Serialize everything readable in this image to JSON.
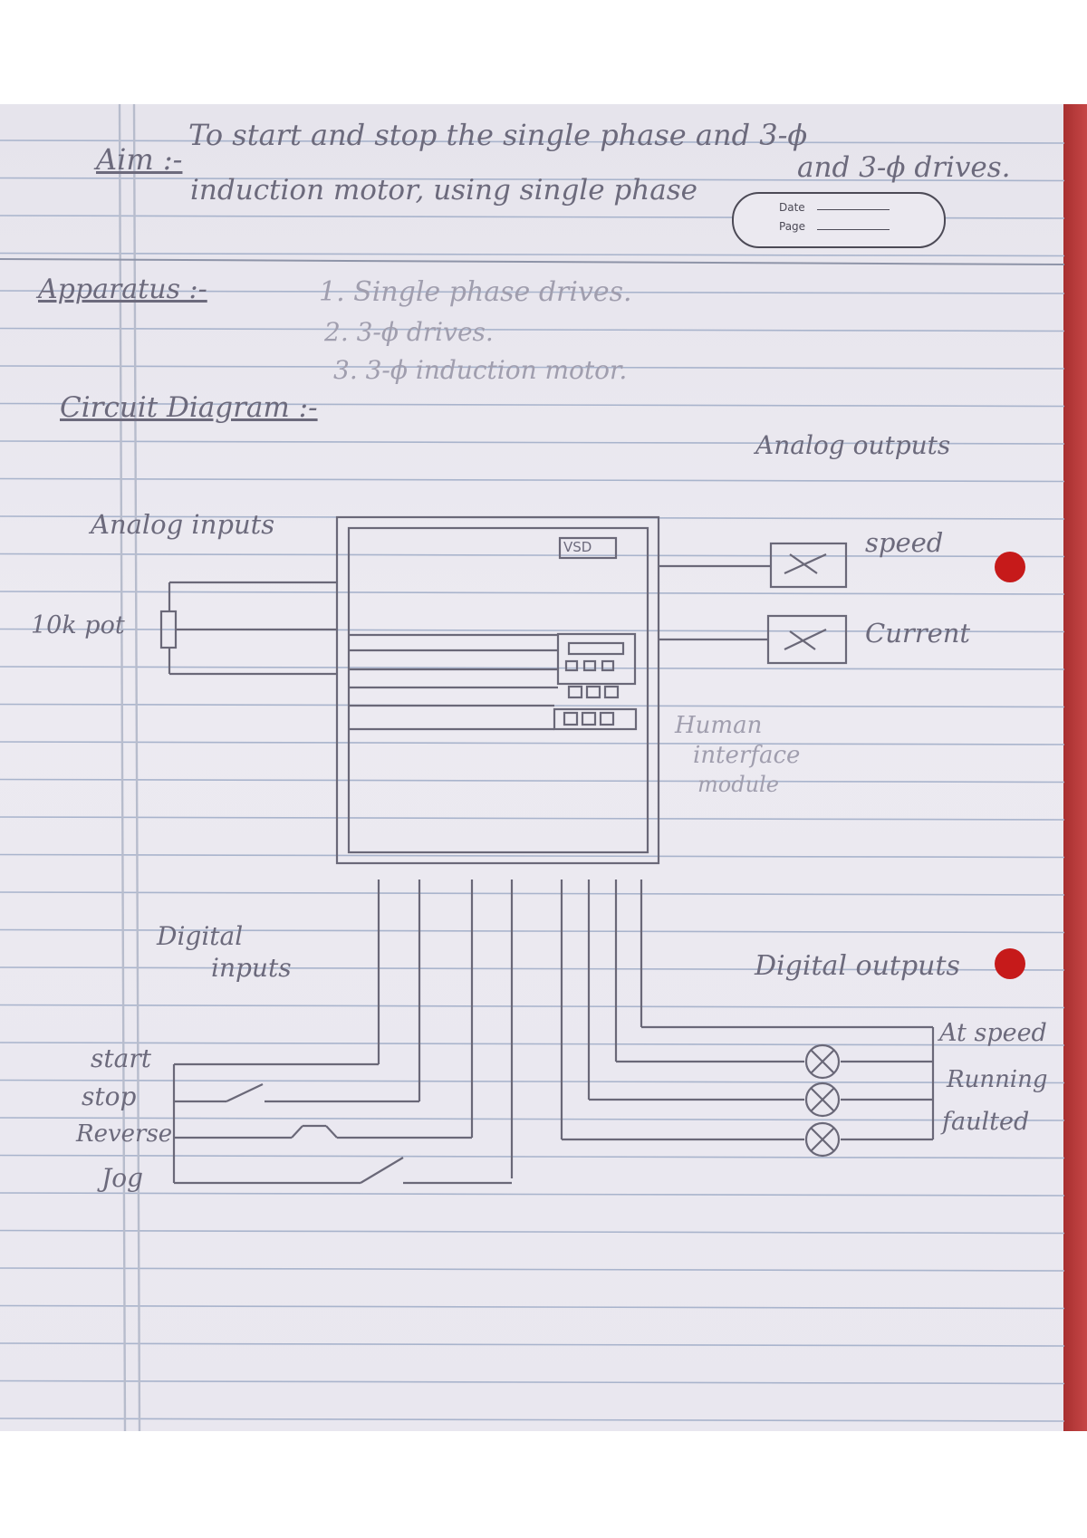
{
  "aim": {
    "label": "Aim :-",
    "line1": "To start and stop the single phase and 3-ϕ",
    "line2_left": "induction motor, using single phase",
    "line2_right": "and 3-ϕ drives."
  },
  "page_stamp": {
    "date_label": "Date",
    "page_label": "Page"
  },
  "apparatus": {
    "label": "Apparatus :-",
    "items": [
      "1. Single phase drives.",
      "2. 3-ϕ drives.",
      "3. 3-ϕ induction motor."
    ]
  },
  "circuit_heading": "Circuit Diagram :-",
  "diagram": {
    "drive_label": "VSD",
    "analog_outputs_label": "Analog outputs",
    "analog_outputs": [
      "speed",
      "Current"
    ],
    "analog_inputs_label": "Analog inputs",
    "pot_label": "10k pot",
    "hmi_label": [
      "Human",
      "interface",
      "module"
    ],
    "digital_inputs_label": [
      "Digital",
      "inputs"
    ],
    "digital_inputs": [
      "start",
      "stop",
      "Reverse",
      "Jog"
    ],
    "digital_outputs_label": "Digital outputs",
    "digital_outputs": [
      "At speed",
      "Running",
      "faulted"
    ]
  },
  "colors": {
    "paper": "#e9e7ef",
    "ruled_line": "#a9b4cc",
    "ink": "#6c6a7c",
    "red_strip": "#b83a3a",
    "red_dot": "#c61a1a"
  }
}
